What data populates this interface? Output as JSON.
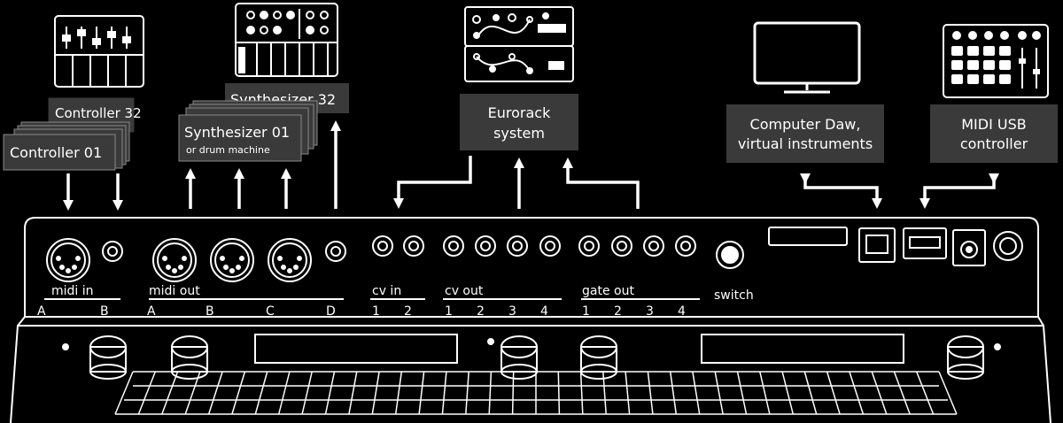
{
  "devices": {
    "controller_01": "Controller 01",
    "controller_32": "Controller 32",
    "synth_01": "Synthesizer 01",
    "synth_01_sub": "or drum machine",
    "synth_32": "Synthesizer 32",
    "eurorack_1": "Eurorack",
    "eurorack_2": "system",
    "computer_1": "Computer Daw,",
    "computer_2": "virtual instruments",
    "midi_usb_1": "MIDI USB",
    "midi_usb_2": "controller"
  },
  "ports": {
    "midi_in": "midi in",
    "midi_out": "midi out",
    "cv_in": "cv in",
    "cv_out": "cv out",
    "gate_out": "gate out",
    "switch": "switch",
    "letters": [
      "A",
      "B",
      "A",
      "B",
      "C",
      "D"
    ],
    "cv_in_nums": [
      "1",
      "2"
    ],
    "cv_out_nums": [
      "1",
      "2",
      "3",
      "4"
    ],
    "gate_out_nums": [
      "1",
      "2",
      "3",
      "4"
    ]
  },
  "colors": {
    "background": "#000000",
    "box": "#3a3a3a",
    "line": "#ffffff"
  }
}
